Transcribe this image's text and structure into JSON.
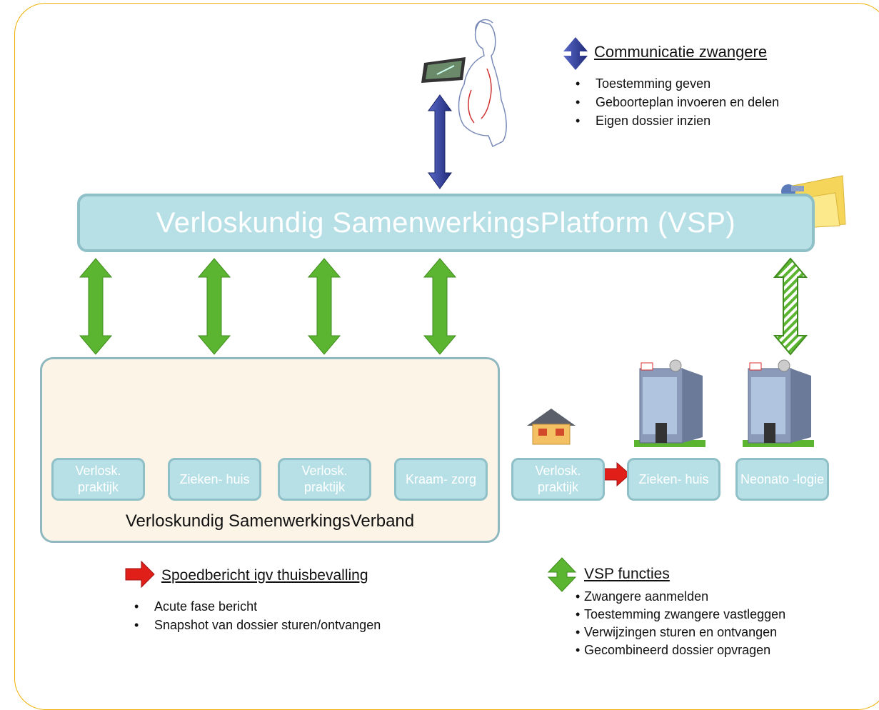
{
  "platform": {
    "label": "Verloskundig SamenwerkingsPlatform (VSP)"
  },
  "verband": {
    "label": "Verloskundig SamenwerkingsVerband",
    "nodes": [
      {
        "label": "Verlosk. praktijk",
        "icon": "house-icon"
      },
      {
        "label": "Zieken- huis",
        "icon": "hospital-icon"
      },
      {
        "label": "Verlosk. praktijk",
        "icon": "house-icon"
      },
      {
        "label": "Kraam- zorg",
        "icon": "white-house-icon"
      }
    ]
  },
  "external_nodes": [
    {
      "label": "Verlosk. praktijk",
      "icon": "house-icon"
    },
    {
      "label": "Zieken- huis",
      "icon": "hospital-icon"
    },
    {
      "label": "Neonato -logie",
      "icon": "hospital-icon"
    }
  ],
  "legend": {
    "communicatie": {
      "heading": "Communicatie zwangere",
      "items": [
        "Toestemming geven",
        "Geboorteplan invoeren en delen",
        "Eigen dossier inzien"
      ]
    },
    "spoed": {
      "heading": "Spoedbericht igv thuisbevalling",
      "items": [
        "Acute fase bericht",
        "Snapshot van dossier sturen/ontvangen"
      ]
    },
    "vsp": {
      "heading": "VSP functies",
      "items": [
        "Zwangere aanmelden",
        "Toestemming zwangere vastleggen",
        "Verwijzingen sturen en ontvangen",
        "Gecombineerd dossier opvragen"
      ]
    }
  },
  "colors": {
    "border": "#f0b000",
    "box_fill": "#b7e0e6",
    "box_border": "#8fc0c8",
    "verband_fill": "#fdf4e8",
    "arrow_green": "#5cb531",
    "arrow_blue": "#2e3a8c",
    "arrow_red": "#e02018"
  }
}
